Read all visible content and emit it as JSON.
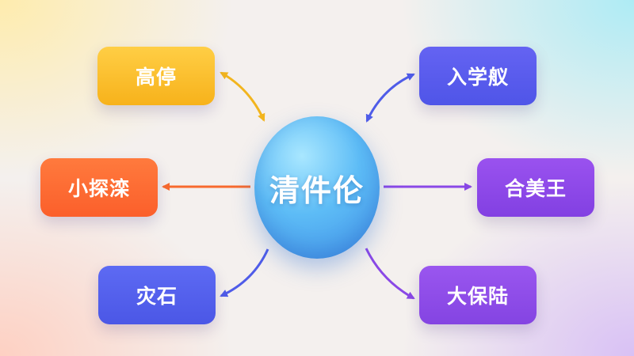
{
  "center": {
    "label": "清件伦"
  },
  "nodes": {
    "top_left": "高停",
    "middle_left": "小探滦",
    "bottom_left": "灾石",
    "top_right": "入学舣",
    "middle_right": "合美王",
    "bottom_right": "大保陆"
  },
  "colors": {
    "yellow": "#f7b21b",
    "orange": "#fb5f2b",
    "blue": "#4b57e6",
    "purple": "#8240e2",
    "center_blue": "#5dbcf6"
  }
}
